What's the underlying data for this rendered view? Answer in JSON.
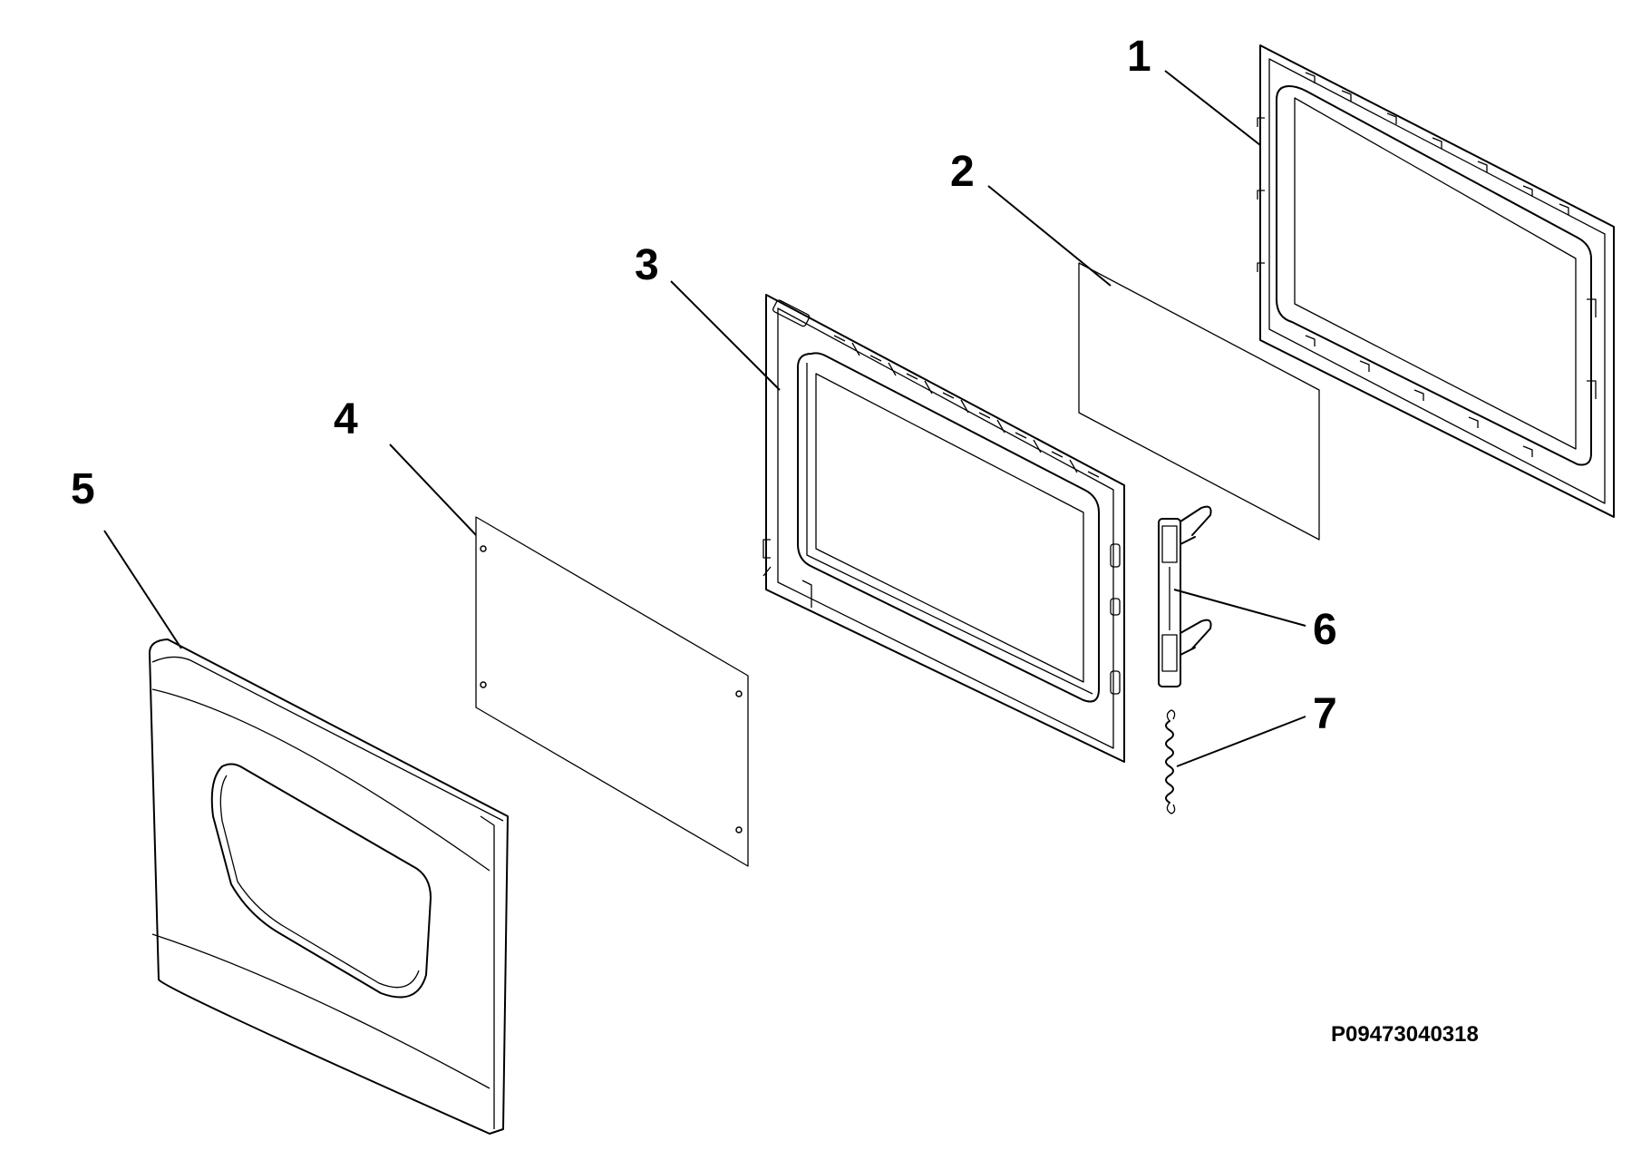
{
  "callouts": [
    {
      "id": "callout-1",
      "label": "1"
    },
    {
      "id": "callout-2",
      "label": "2"
    },
    {
      "id": "callout-3",
      "label": "3"
    },
    {
      "id": "callout-4",
      "label": "4"
    },
    {
      "id": "callout-5",
      "label": "5"
    },
    {
      "id": "callout-6",
      "label": "6"
    },
    {
      "id": "callout-7",
      "label": "7"
    }
  ],
  "drawing_code": "P09473040318",
  "colors": {
    "line": "#000000",
    "background": "#ffffff"
  }
}
